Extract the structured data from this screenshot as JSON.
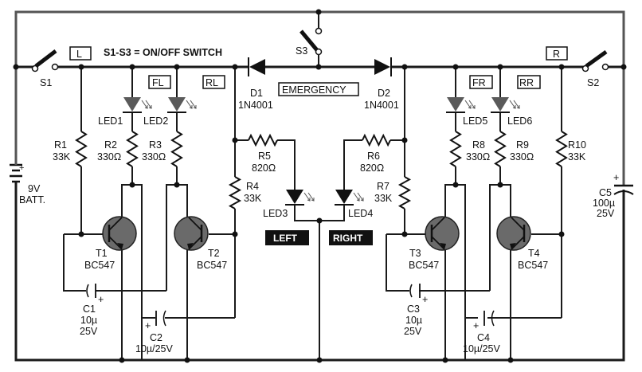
{
  "title_note": "S1-S3 = ON/OFF SWITCH",
  "tags": {
    "left": "L",
    "right": "R",
    "front_left": "FL",
    "rear_left": "RL",
    "front_right": "FR",
    "rear_right": "RR",
    "emergency": "EMERGENCY",
    "left_ind": "LEFT",
    "right_ind": "RIGHT"
  },
  "switches": {
    "s1": "S1",
    "s2": "S2",
    "s3": "S3"
  },
  "battery": {
    "value": "9V",
    "name": "BATT.",
    "plus": "+"
  },
  "diodes": [
    {
      "ref": "D1",
      "part": "1N4001"
    },
    {
      "ref": "D2",
      "part": "1N4001"
    }
  ],
  "leds": [
    "LED1",
    "LED2",
    "LED3",
    "LED4",
    "LED5",
    "LED6"
  ],
  "resistors": [
    {
      "ref": "R1",
      "value": "33K"
    },
    {
      "ref": "R2",
      "value": "330Ω"
    },
    {
      "ref": "R3",
      "value": "330Ω"
    },
    {
      "ref": "R4",
      "value": "33K"
    },
    {
      "ref": "R5",
      "value": "820Ω"
    },
    {
      "ref": "R6",
      "value": "820Ω"
    },
    {
      "ref": "R7",
      "value": "33K"
    },
    {
      "ref": "R8",
      "value": "330Ω"
    },
    {
      "ref": "R9",
      "value": "330Ω"
    },
    {
      "ref": "R10",
      "value": "33K"
    }
  ],
  "transistors": [
    {
      "ref": "T1",
      "part": "BC547"
    },
    {
      "ref": "T2",
      "part": "BC547"
    },
    {
      "ref": "T3",
      "part": "BC547"
    },
    {
      "ref": "T4",
      "part": "BC547"
    }
  ],
  "capacitors": [
    {
      "ref": "C1",
      "value": "10µ",
      "voltage": "25V"
    },
    {
      "ref": "C2",
      "value": "10µ/25V"
    },
    {
      "ref": "C3",
      "value": "10µ",
      "voltage": "25V"
    },
    {
      "ref": "C4",
      "value": "10µ/25V"
    },
    {
      "ref": "C5",
      "value": "100µ",
      "voltage": "25V"
    }
  ],
  "plus": "+"
}
